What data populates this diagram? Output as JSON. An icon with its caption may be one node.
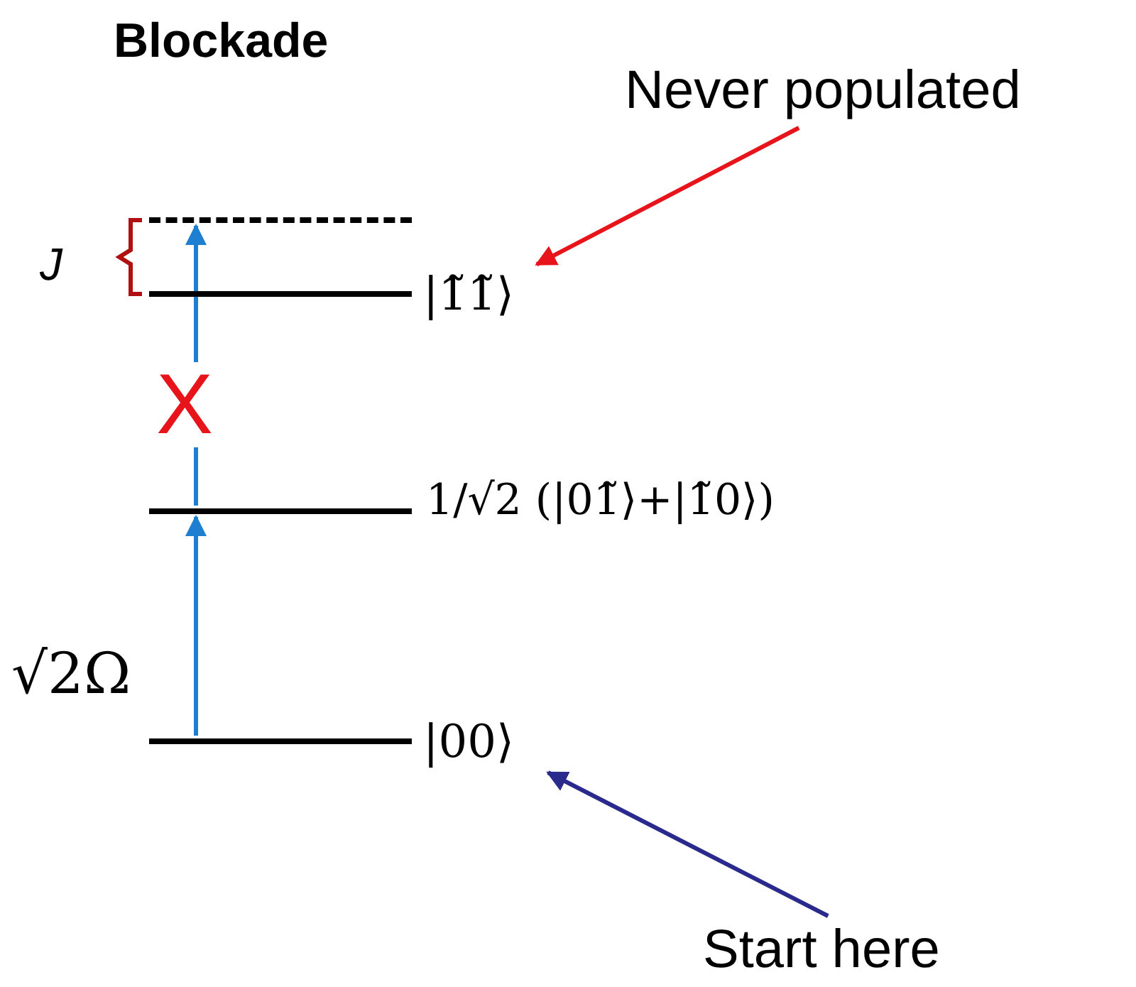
{
  "diagram": {
    "title": "Blockade",
    "nodes": [
      {
        "text": [],
        "shape": "bar"
      },
      {
        "text": [],
        "shape": "bar"
      },
      {
        "text": [],
        "shape": "bar"
      },
      {
        "text": [],
        "shape": "bar"
      },
      {
        "text": [
          "|1̃1̃⟩"
        ]
      },
      {
        "text": [
          "|00⟩"
        ]
      },
      {
        "text": [
          "Never populated"
        ]
      },
      {
        "text": [
          "Start here"
        ]
      }
    ],
    "edges": [
      {
        "from": 3,
        "to": 2,
        "arrow": "to",
        "label": "√2Ω"
      },
      {
        "from": 2,
        "to": 0,
        "arrow": "to",
        "label": "X"
      },
      {
        "from": 6,
        "to": 4,
        "arrow": "to",
        "color": "#e8141b"
      },
      {
        "from": 7,
        "to": 5,
        "arrow": "to",
        "color": "#2a2a8c"
      }
    ],
    "labels": [
      "1/√2 (|01̃⟩+|1̃0⟩)",
      "J"
    ]
  }
}
